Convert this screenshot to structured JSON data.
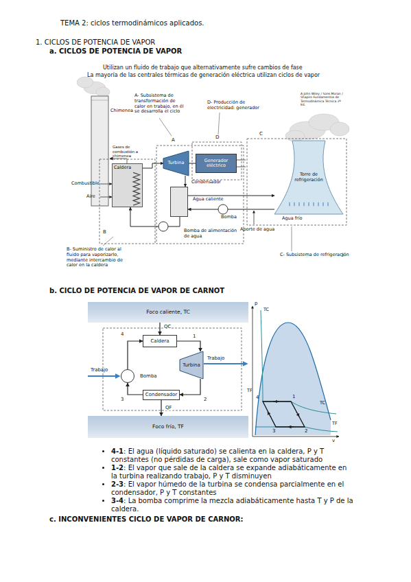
{
  "diagram": {
    "title": "TEMA 2: ciclos termodinámicos aplicados.",
    "nodes": [
      {
        "text": [
          "Caldera"
        ]
      },
      {
        "text": [
          "Turbina"
        ]
      },
      {
        "text": [
          "Generador eléctrico"
        ]
      },
      {
        "text": [
          "Condensador"
        ]
      },
      {
        "text": [
          "Torre de refrigeración"
        ]
      },
      {
        "text": [
          "Foco caliente, TC"
        ]
      },
      {
        "text": [
          "Caldera"
        ]
      },
      {
        "text": [
          "Turbina"
        ]
      },
      {
        "text": [
          "Bomba"
        ]
      },
      {
        "text": [
          "Condensador"
        ]
      },
      {
        "text": [
          "Foco frío, TF"
        ]
      }
    ],
    "edges": [
      {
        "from": 0,
        "to": 1,
        "arrow": "to"
      },
      {
        "from": 1,
        "to": 2,
        "arrow": "none"
      },
      {
        "from": 1,
        "to": 3,
        "arrow": "to"
      },
      {
        "from": 3,
        "to": 4,
        "label": "Agua caliente",
        "arrow": "to"
      },
      {
        "from": 4,
        "to": 3,
        "label": "Agua frío",
        "arrow": "to"
      },
      {
        "from": 3,
        "to": 0,
        "arrow": "to"
      },
      {
        "from": 5,
        "to": 6,
        "label": "QC",
        "arrow": "to"
      },
      {
        "from": 6,
        "to": 7,
        "arrow": "to"
      },
      {
        "from": 7,
        "to": 9,
        "arrow": "to"
      },
      {
        "from": 9,
        "to": 8,
        "arrow": "to"
      },
      {
        "from": 8,
        "to": 6,
        "arrow": "to"
      },
      {
        "from": 9,
        "to": 10,
        "label": "QF",
        "arrow": "to"
      }
    ],
    "labels": [
      "1. CICLOS DE POTENCIA DE VAPOR",
      "a. CICLOS DE POTENCIA DE VAPOR",
      "Utilizan un fluido de trabajo que alternativamente sufre cambios de fase",
      "La mayoría de las centrales térmicas de generación eléctrica utilizan ciclos de vapor",
      "A John Wiley / Sons Moran / Shapiro Fundamentos de Termodinámica Técnica 2ª Ed.",
      "Chimenea",
      "A- Subsistema de transformación de calor en trabajo, en él se desarrolla el ciclo",
      "A",
      "D- Producción de electricidad: generador",
      "D",
      "C",
      "Gases de combustión a chimenea",
      "Combustible",
      "Aire",
      "B",
      "Bomba",
      "Bomba de alimentación de agua",
      "Aporte de agua",
      "B- Suministro de calor al fluido para vaporizarlo, mediante intercambio de calor en la caldera",
      "C- Subsistema de refrigeración",
      "3",
      "b. CICLO DE POTENCIA DE VAPOR DE CARNOT",
      "Trabajo",
      "Trabajo",
      "4",
      "1",
      "2",
      "3",
      "p",
      "v",
      "TC",
      "TF",
      "TC",
      "TF",
      "4",
      "1",
      "3",
      "2",
      "4-1",
      ": El agua (líquido saturado) se calienta en la caldera, P y T constantes (no pérdidas de carga), sale como vapor saturado",
      "1-2",
      ": El vapor que sale de la caldera se expande adiabáticamente en la turbina realizando trabajo, P y T disminuyen",
      "2-3",
      ": El vapor húmedo de la turbina se condensa parcialmente en el condensador, P y T constantes",
      "3-4",
      ": La bomba comprime la mezcla adiabáticamente hasta T y P de la caldera.",
      "c. INCONVENIENTES CICLO DE VAPOR DE CARNOR:"
    ]
  }
}
